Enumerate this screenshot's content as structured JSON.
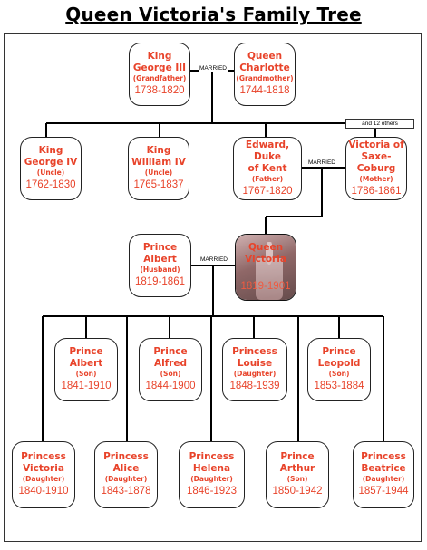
{
  "title": "Queen Victoria's Family Tree",
  "labels": {
    "married": "MARRIED",
    "and_others": "and 12 others"
  },
  "people": {
    "george": {
      "name_1": "King",
      "name_2": "George III",
      "role": "(Grandfather)",
      "years": "1738-1820"
    },
    "charlotte": {
      "name_1": "Queen",
      "name_2": "Charlotte",
      "role": "(Grandmother)",
      "years": "1744-1818"
    },
    "george_iv": {
      "name_1": "King",
      "name_2": "George IV",
      "role": "(Uncle)",
      "years": "1762-1830"
    },
    "william_iv": {
      "name_1": "King",
      "name_2": "William IV",
      "role": "(Uncle)",
      "years": "1765-1837"
    },
    "edward": {
      "name_1": "Edward, Duke",
      "name_2": "of Kent",
      "role": "(Father)",
      "years": "1767-1820"
    },
    "victoria_sc": {
      "name_1": "Victoria of",
      "name_2": "Saxe-Coburg",
      "role": "(Mother)",
      "years": "1786-1861"
    },
    "albert": {
      "name_1": "Prince Albert",
      "role": "(Husband)",
      "years": "1819-1861"
    },
    "queen_victoria": {
      "name_1": "Queen Victoria",
      "years": "1819-1901"
    },
    "p_albert": {
      "name_1": "Prince Albert",
      "role": "(Son)",
      "years": "1841-1910"
    },
    "p_alfred": {
      "name_1": "Prince Alfred",
      "role": "(Son)",
      "years": "1844-1900"
    },
    "p_louise": {
      "name_1": "Princess Louise",
      "role": "(Daughter)",
      "years": "1848-1939"
    },
    "p_leopold": {
      "name_1": "Prince Leopold",
      "role": "(Son)",
      "years": "1853-1884"
    },
    "p_victoria": {
      "name_1": "Princess",
      "name_2": "Victoria",
      "role": "(Daughter)",
      "years": "1840-1910"
    },
    "p_alice": {
      "name_1": "Princess Alice",
      "role": "(Daughter)",
      "years": "1843-1878"
    },
    "p_helena": {
      "name_1": "Princess Helena",
      "role": "(Daughter)",
      "years": "1846-1923"
    },
    "p_arthur": {
      "name_1": "Prince Arthur",
      "role": "(Son)",
      "years": "1850-1942"
    },
    "p_beatrice": {
      "name_1": "Princess",
      "name_2": "Beatrice",
      "role": "(Daughter)",
      "years": "1857-1944"
    }
  }
}
